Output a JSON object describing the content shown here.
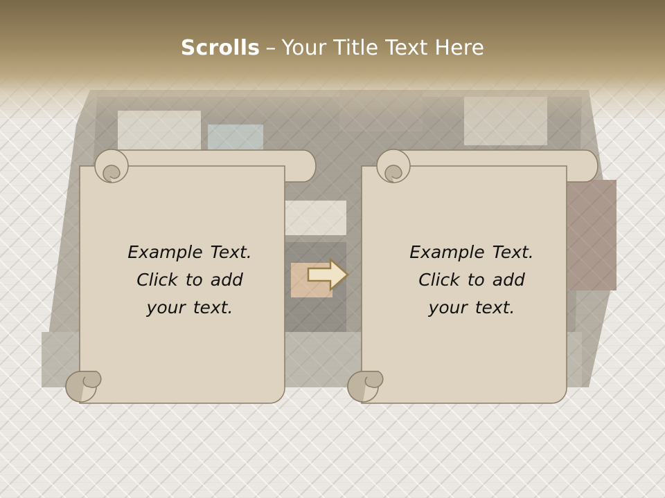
{
  "slide": {
    "title_bold": "Scrolls",
    "title_dash": "–",
    "title_rest": "Your Title Text Here"
  },
  "scrolls": [
    {
      "line1": "Example  Text.",
      "line2": "Click  to add",
      "line3": "your text."
    },
    {
      "line1": "Example  Text.",
      "line2": "Click  to add",
      "line3": "your text."
    }
  ],
  "colors": {
    "title_band": "#796849",
    "scroll_fill": "#ddd3c0",
    "scroll_shade": "#bfb4a0",
    "scroll_stroke": "#8a7d66",
    "arrow_fill": "#efe3c8",
    "arrow_stroke": "#9a7c45",
    "floor": "#ebe8e3"
  },
  "icons": {
    "arrow": "right-arrow-icon"
  }
}
